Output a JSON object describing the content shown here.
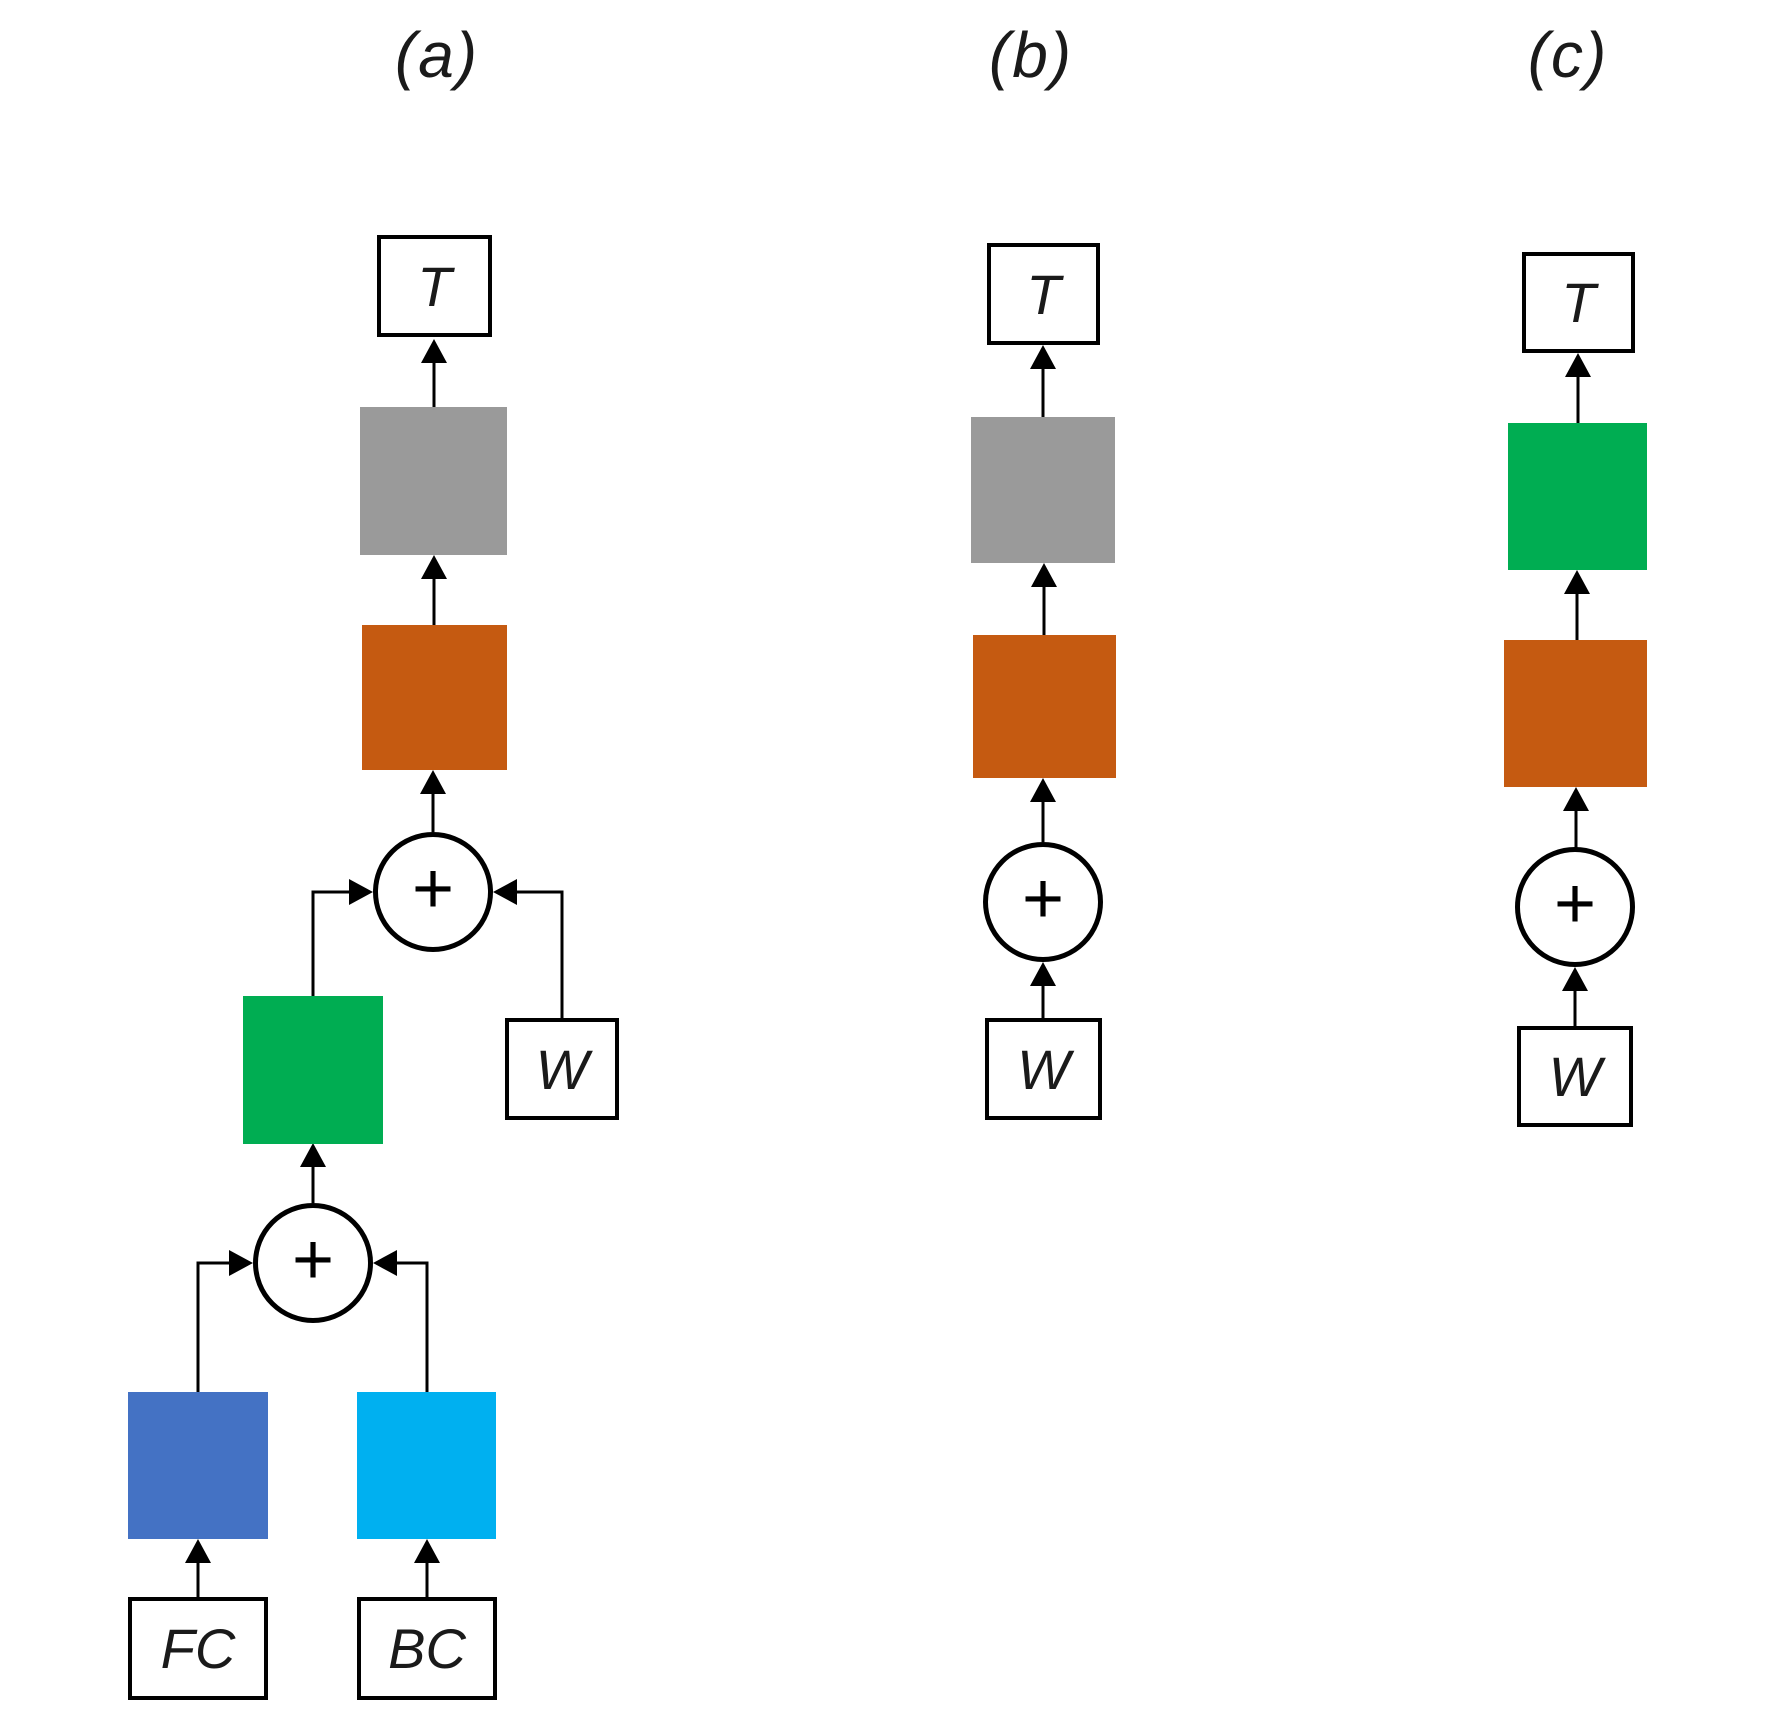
{
  "colors": {
    "gray": "#9A9A9A",
    "orange": "#C55A11",
    "green": "#00AD52",
    "blue": "#4472C4",
    "cyan": "#00B0F0"
  },
  "panel_a": {
    "label": "(a)",
    "target_label": "T",
    "weights_label": "W",
    "fc_label": "FC",
    "bc_label": "BC",
    "plus_top": "+",
    "plus_bottom": "+"
  },
  "panel_b": {
    "label": "(b)",
    "target_label": "T",
    "weights_label": "W",
    "plus": "+"
  },
  "panel_c": {
    "label": "(c)",
    "target_label": "T",
    "weights_label": "W",
    "plus": "+"
  }
}
